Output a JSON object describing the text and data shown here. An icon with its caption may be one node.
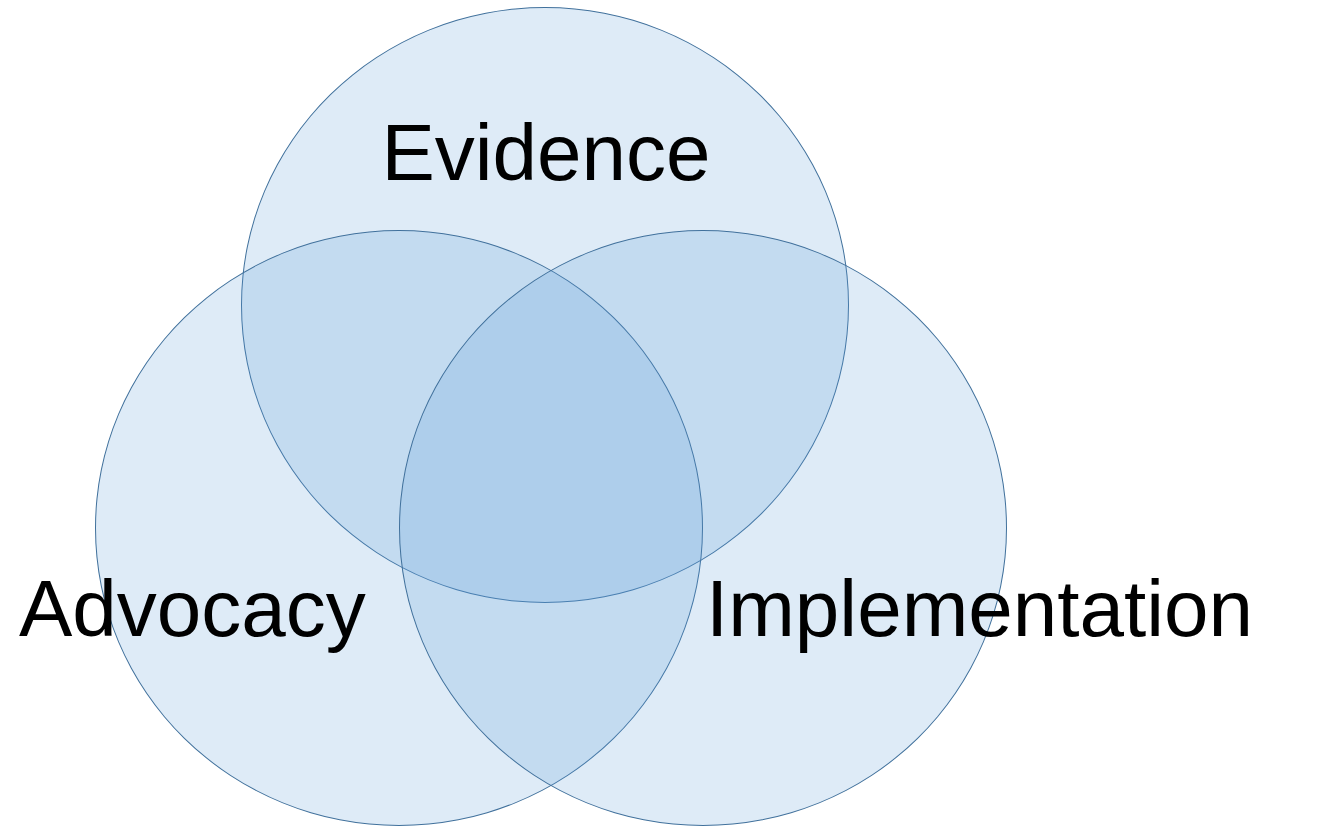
{
  "diagram": {
    "nodes": [
      {
        "text": [
          "Evidence"
        ]
      },
      {
        "text": [
          "Advocacy"
        ]
      },
      {
        "text": [
          "Implementation"
        ]
      }
    ]
  }
}
